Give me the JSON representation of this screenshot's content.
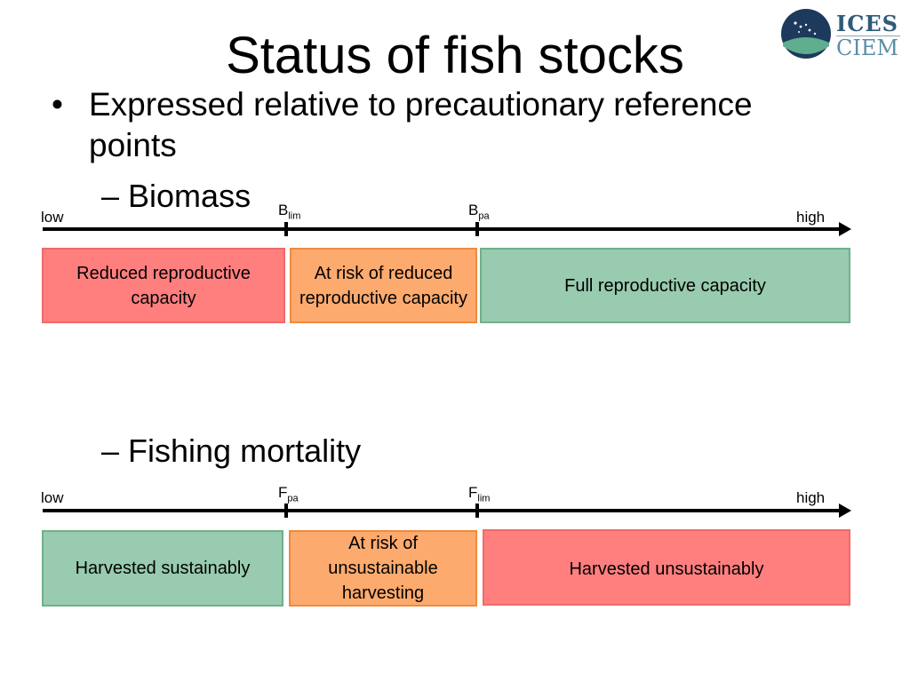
{
  "slide": {
    "title": "Status of fish stocks",
    "logo": {
      "top": "ICES",
      "bottom": "CIEM",
      "icon": "ices-globe-icon"
    },
    "bullet_marker": "•",
    "bullet": "Expressed relative to precautionary reference points"
  },
  "biomass": {
    "heading": "– Biomass",
    "low": "low",
    "high": "high",
    "ref1": {
      "base": "B",
      "sub": "lim"
    },
    "ref2": {
      "base": "B",
      "sub": "pa"
    },
    "boxes": [
      "Reduced reproductive capacity",
      "At risk of reduced reproductive capacity",
      "Full reproductive capacity"
    ]
  },
  "fishing": {
    "heading": "– Fishing mortality",
    "low": "low",
    "high": "high",
    "ref1": {
      "base": "F",
      "sub": "pa"
    },
    "ref2": {
      "base": "F",
      "sub": "lim"
    },
    "boxes": [
      "Harvested sustainably",
      "At risk of unsustainable harvesting",
      "Harvested unsustainably"
    ]
  },
  "colors": {
    "red": "#ff7f7f",
    "orange": "#fdaa6e",
    "green": "#98cbaf",
    "logo_navy": "#1d3a5c"
  }
}
